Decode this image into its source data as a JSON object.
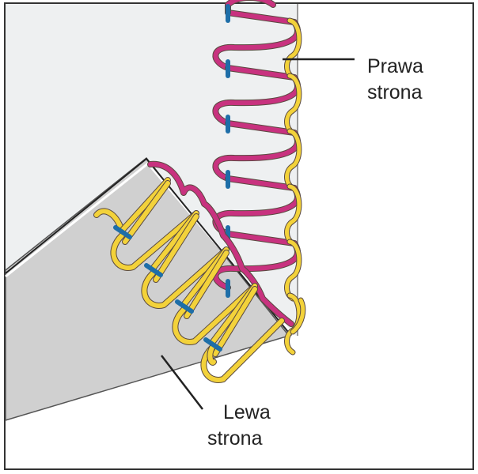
{
  "labels": {
    "right_side": {
      "line1": "Prawa",
      "line2": "strona"
    },
    "left_side": {
      "line1": "Lewa",
      "line2": "strona"
    }
  },
  "colors": {
    "frame": "#333333",
    "panel_right": "#eef0f1",
    "panel_left": "#d0d0d0",
    "edge": "#222222",
    "thread_magenta": "#c8327f",
    "thread_yellow": "#f3d23a",
    "thread_blue": "#1e6ea8",
    "thread_outline": "#5a4a40"
  }
}
